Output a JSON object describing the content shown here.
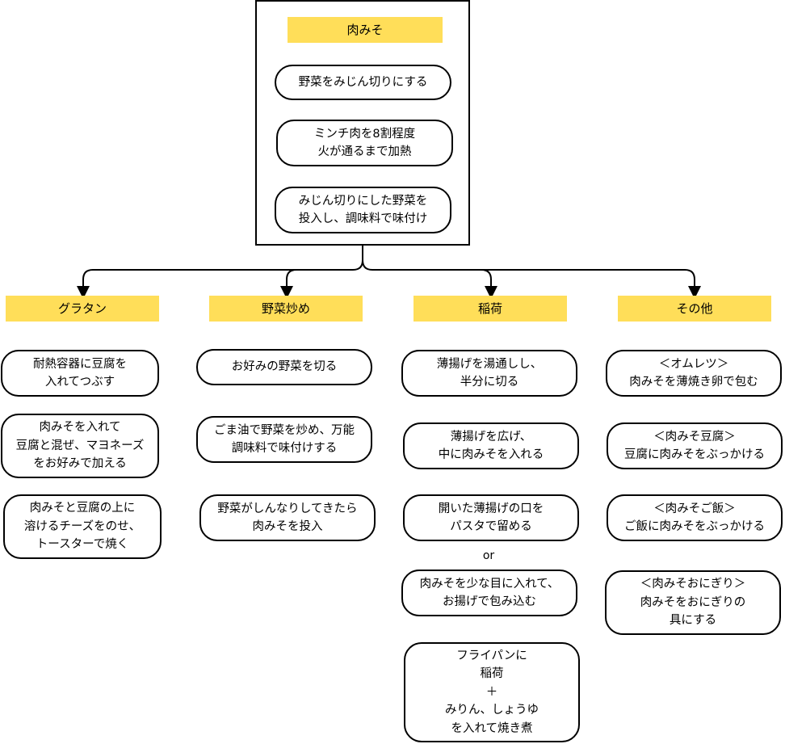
{
  "root": {
    "title": "肉みそ",
    "steps": [
      "野菜をみじん切りにする",
      "ミンチ肉を8割程度\n火が通るまで加熱",
      "みじん切りにした野菜を\n投入し、調味料で味付け"
    ]
  },
  "branches": [
    {
      "title": "グラタン",
      "steps": [
        "耐熱容器に豆腐を\n入れてつぶす",
        "肉みそを入れて\n豆腐と混ぜ、マヨネーズ\nをお好みで加える",
        "肉みそと豆腐の上に\n溶けるチーズをのせ、\nトースターで焼く"
      ]
    },
    {
      "title": "野菜炒め",
      "steps": [
        "お好みの野菜を切る",
        "ごま油で野菜を炒め、万能\n調味料で味付けする",
        "野菜がしんなりしてきたら\n肉みそを投入"
      ]
    },
    {
      "title": "稲荷",
      "steps": [
        "薄揚げを湯通しし、\n半分に切る",
        "薄揚げを広げ、\n中に肉みそを入れる",
        "開いた薄揚げの口を\nパスタで留める",
        "肉みそを少な目に入れて、\nお揚げで包み込む",
        "フライパンに\n稲荷\n＋\nみりん、しょうゆ\nを入れて焼き煮"
      ],
      "or_label": "or"
    },
    {
      "title": "その他",
      "steps": [
        "＜オムレツ＞\n肉みそを薄焼き卵で包む",
        "＜肉みそ豆腐＞\n豆腐に肉みそをぶっかける",
        "＜肉みそご飯＞\nご飯に肉みそをぶっかける",
        "＜肉みそおにぎり＞\n肉みそをおにぎりの\n具にする"
      ]
    }
  ],
  "colors": {
    "label_fill": "#ffde59",
    "line": "#000000"
  }
}
